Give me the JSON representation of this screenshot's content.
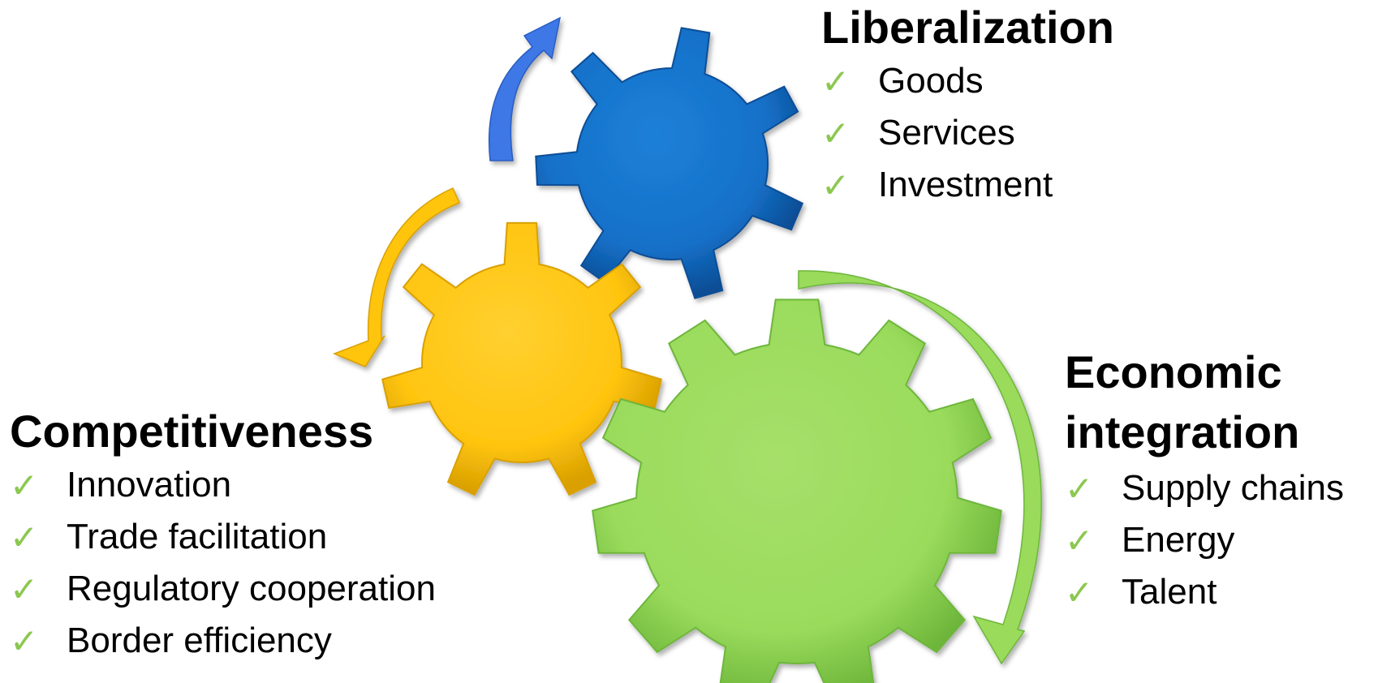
{
  "colors": {
    "blue_gear": "#1570C8",
    "blue_gear_dark": "#0A4E96",
    "blue_arrow": "#3C78E6",
    "yellow_gear": "#FFC510",
    "yellow_gear_dark": "#D9A000",
    "green_gear": "#9ADB5C",
    "green_gear_dark": "#6DB63A",
    "checkmark": "#8CC850",
    "text": "#000000"
  },
  "icons": {
    "check": "check-icon",
    "gear": "gear-icon",
    "arrow": "curved-arrow-icon"
  },
  "liberalization": {
    "heading": "Liberalization",
    "items": [
      "Goods",
      "Services",
      "Investment"
    ]
  },
  "competitiveness": {
    "heading": "Competitiveness",
    "items": [
      "Innovation",
      "Trade facilitation",
      "Regulatory cooperation",
      "Border efficiency"
    ]
  },
  "integration": {
    "heading_line1": "Economic",
    "heading_line2": "integration",
    "items": [
      "Supply chains",
      "Energy",
      "Talent"
    ]
  },
  "check_glyph": "✓"
}
